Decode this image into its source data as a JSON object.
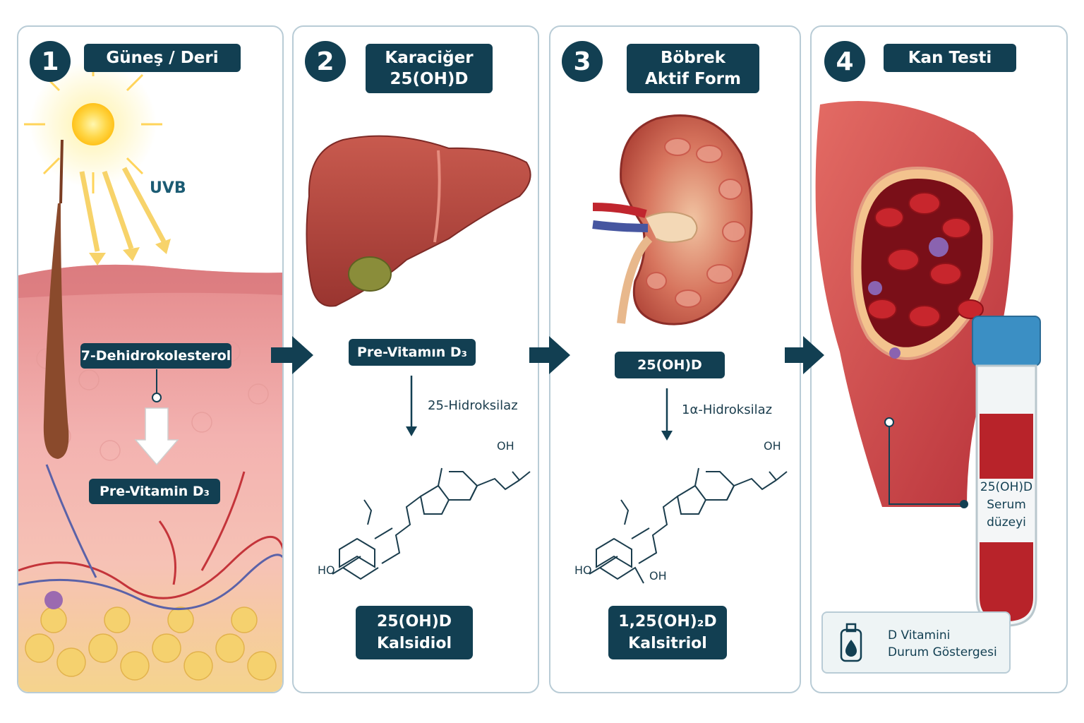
{
  "steps": [
    {
      "number": "1",
      "title": "Güneş / Deri"
    },
    {
      "number": "2",
      "title": "Karaciğer\n25(OH)D"
    },
    {
      "number": "3",
      "title": "Böbrek\nAktif Form"
    },
    {
      "number": "4",
      "title": "Kan Testi"
    }
  ],
  "panel1": {
    "uvb": "UVB",
    "precursor": "7-Dehidrokolesterol",
    "product": "Pre-Vitamin D₃"
  },
  "panel2": {
    "input": "Pre-Vitamın D₃",
    "enzyme": "25-Hidroksilaz",
    "result_line1": "25(OH)D",
    "result_line2": "Kalsidiol",
    "oh_top": "OH",
    "ho": "HO"
  },
  "panel3": {
    "input": "25(OH)D",
    "enzyme": "1α-Hidroksilaz",
    "result_line1": "1,25(OH)₂D",
    "result_line2": "Kalsitriol",
    "oh_top": "OH",
    "ho": "HO",
    "oh_bottom": "OH"
  },
  "panel4": {
    "tube_label": "25(OH)D\nSerum\ndüzeyi",
    "status": "D Vitamini\nDurum Göstergesi"
  },
  "colors": {
    "accent": "#123f52",
    "blood": "#b8232a",
    "skin": "#f2a9a6",
    "fat": "#f3cf73"
  }
}
